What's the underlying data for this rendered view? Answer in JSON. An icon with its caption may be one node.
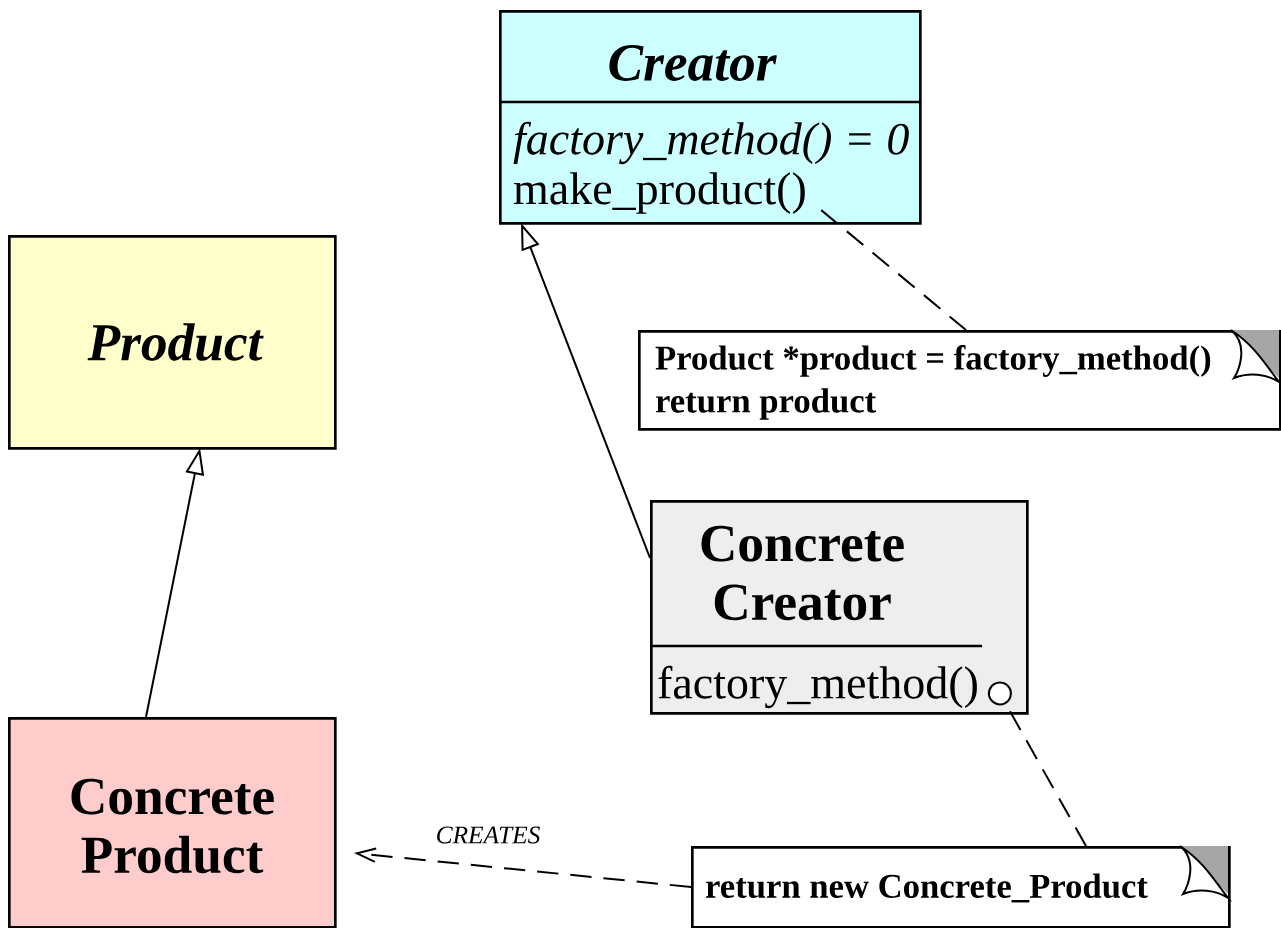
{
  "diagram": {
    "nodes": [
      {
        "text": [
          "Creator",
          "factory_method() = 0",
          "make_product()"
        ]
      },
      {
        "text": [
          "Product"
        ]
      },
      {
        "text": [
          "Product *product = factory_method()",
          "return product"
        ]
      },
      {
        "text": [
          "Concrete Creator",
          "factory_method()"
        ]
      },
      {
        "text": [
          "Concrete Product"
        ]
      },
      {
        "text": [
          "return new Concrete_Product"
        ]
      }
    ],
    "edges": [
      {
        "from": 3,
        "to": 0,
        "arrow": "to"
      },
      {
        "from": 4,
        "to": 1,
        "arrow": "to"
      },
      {
        "from": 2,
        "to": 0,
        "arrow": "none",
        "style": "dashed"
      },
      {
        "from": 5,
        "to": 3,
        "arrow": "other",
        "style": "dashed"
      },
      {
        "from": 5,
        "to": 4,
        "arrow": "to",
        "style": "dashed",
        "label": "CREATES"
      }
    ]
  }
}
